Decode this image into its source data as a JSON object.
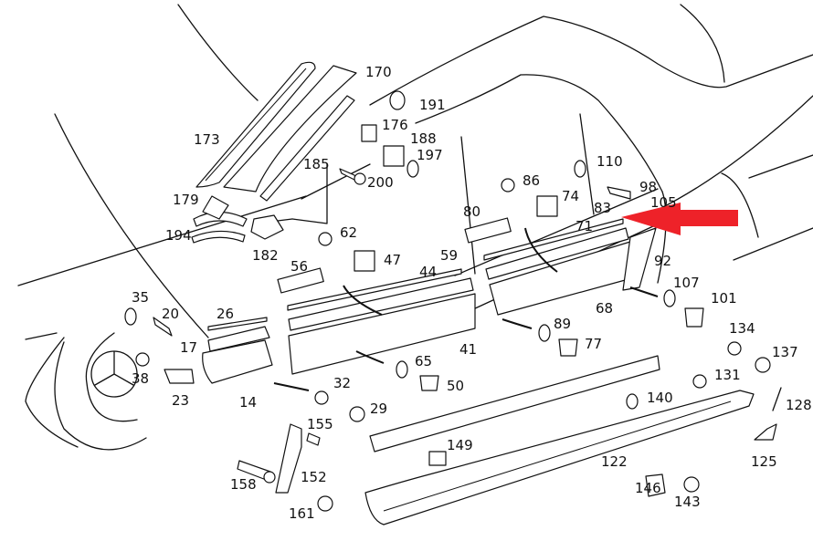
{
  "diagram": {
    "title": "Exploded view: side trim moldings, rocker panel and fasteners",
    "highlight_color": "#ee2229",
    "line_color": "#111111",
    "highlight_target": "83",
    "callouts": [
      {
        "id": "170",
        "label": "170"
      },
      {
        "id": "173",
        "label": "173"
      },
      {
        "id": "191",
        "label": "191"
      },
      {
        "id": "176",
        "label": "176"
      },
      {
        "id": "188",
        "label": "188"
      },
      {
        "id": "197",
        "label": "197"
      },
      {
        "id": "185",
        "label": "185"
      },
      {
        "id": "200",
        "label": "200"
      },
      {
        "id": "179",
        "label": "179"
      },
      {
        "id": "194",
        "label": "194"
      },
      {
        "id": "182",
        "label": "182"
      },
      {
        "id": "62",
        "label": "62"
      },
      {
        "id": "47",
        "label": "47"
      },
      {
        "id": "59",
        "label": "59"
      },
      {
        "id": "44",
        "label": "44"
      },
      {
        "id": "56",
        "label": "56"
      },
      {
        "id": "86",
        "label": "86"
      },
      {
        "id": "74",
        "label": "74"
      },
      {
        "id": "110",
        "label": "110"
      },
      {
        "id": "98",
        "label": "98"
      },
      {
        "id": "83",
        "label": "83"
      },
      {
        "id": "105",
        "label": "105"
      },
      {
        "id": "71",
        "label": "71"
      },
      {
        "id": "80",
        "label": "80"
      },
      {
        "id": "92",
        "label": "92"
      },
      {
        "id": "107",
        "label": "107"
      },
      {
        "id": "101",
        "label": "101"
      },
      {
        "id": "68",
        "label": "68"
      },
      {
        "id": "89",
        "label": "89"
      },
      {
        "id": "77",
        "label": "77"
      },
      {
        "id": "35",
        "label": "35"
      },
      {
        "id": "20",
        "label": "20"
      },
      {
        "id": "26",
        "label": "26"
      },
      {
        "id": "17",
        "label": "17"
      },
      {
        "id": "38",
        "label": "38"
      },
      {
        "id": "23",
        "label": "23"
      },
      {
        "id": "14",
        "label": "14"
      },
      {
        "id": "41",
        "label": "41"
      },
      {
        "id": "65",
        "label": "65"
      },
      {
        "id": "50",
        "label": "50"
      },
      {
        "id": "32",
        "label": "32"
      },
      {
        "id": "29",
        "label": "29"
      },
      {
        "id": "155",
        "label": "155"
      },
      {
        "id": "158",
        "label": "158"
      },
      {
        "id": "152",
        "label": "152"
      },
      {
        "id": "161",
        "label": "161"
      },
      {
        "id": "149",
        "label": "149"
      },
      {
        "id": "122",
        "label": "122"
      },
      {
        "id": "146",
        "label": "146"
      },
      {
        "id": "143",
        "label": "143"
      },
      {
        "id": "140",
        "label": "140"
      },
      {
        "id": "131",
        "label": "131"
      },
      {
        "id": "134",
        "label": "134"
      },
      {
        "id": "137",
        "label": "137"
      },
      {
        "id": "128",
        "label": "128"
      },
      {
        "id": "125",
        "label": "125"
      }
    ]
  }
}
